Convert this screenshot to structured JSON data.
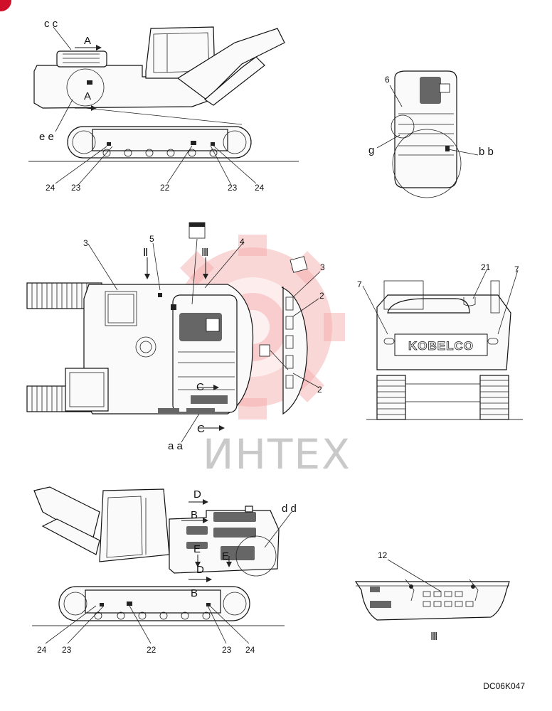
{
  "drawing_code": "DC06K047",
  "watermark_text": "ИНТЕХ",
  "brand_text": "KOBELCO",
  "labels": {
    "cc": "c c",
    "ee": "e e",
    "bb": "b b",
    "aa": "a a",
    "dd": "d d",
    "g": "g",
    "A": "A",
    "B": "B",
    "C": "C",
    "D": "D",
    "E": "E",
    "II": "Ⅱ",
    "III": "Ⅲ",
    "n2": "2",
    "n3": "3",
    "n4": "4",
    "n5": "5",
    "n6": "6",
    "n7": "7",
    "n12": "12",
    "n21": "21",
    "n22": "22",
    "n23": "23",
    "n24": "24"
  },
  "colors": {
    "watermark": "#f3a7a7",
    "corner_mark": "#d0102a",
    "line": "#111111"
  }
}
